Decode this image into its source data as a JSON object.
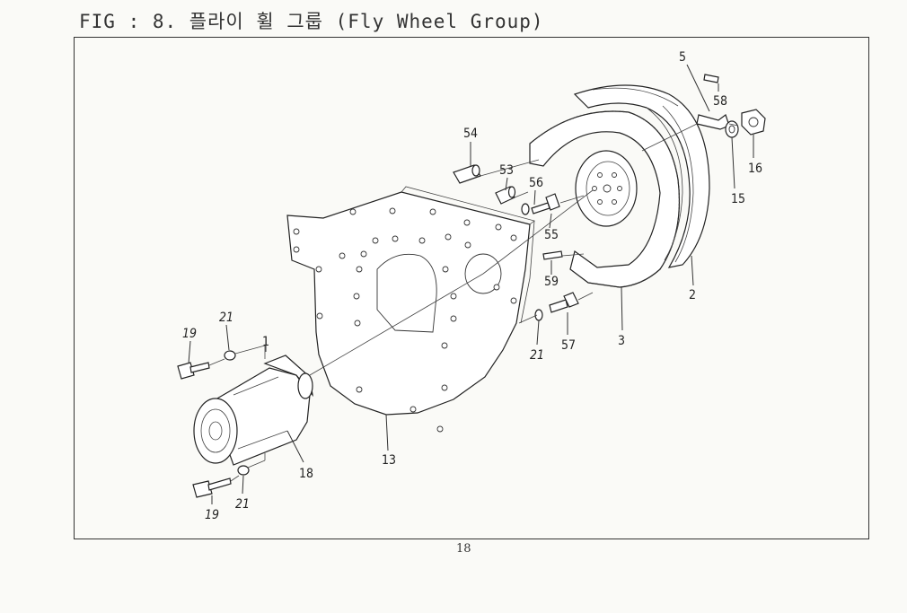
{
  "figure": {
    "title": "FIG : 8. 플라이 휠 그룹 (Fly Wheel Group)",
    "page_number": "18"
  },
  "callouts": {
    "p5": "5",
    "p58": "58",
    "p54": "54",
    "p53": "53",
    "p56": "56",
    "p55": "55",
    "p59": "59",
    "p16": "16",
    "p15": "15",
    "p2": "2",
    "p3": "3",
    "p57": "57",
    "p21_top": "21",
    "p21_mid": "21",
    "p21_bottom": "21",
    "p19_top": "19",
    "p19_bottom": "19",
    "p1": "1",
    "p18": "18",
    "p13": "13"
  }
}
